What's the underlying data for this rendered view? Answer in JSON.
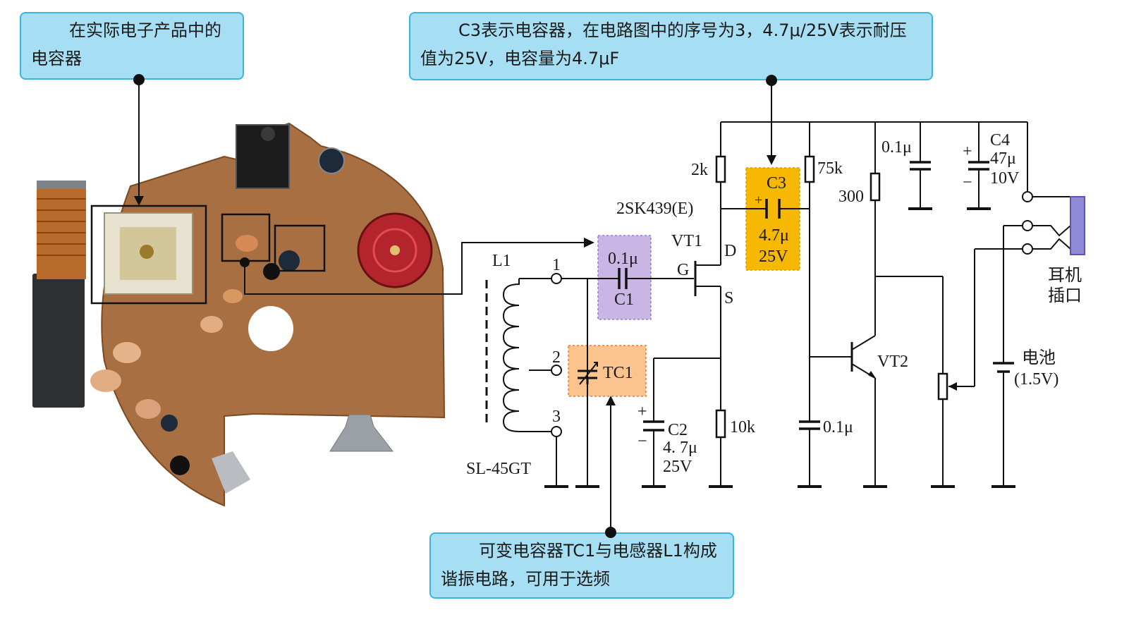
{
  "callouts": {
    "photo": "在实际电子产品中的电容器",
    "c3": "C3表示电容器，在电路图中的序号为3，4.7μ/25V表示耐压值为25V，电容量为4.7μF",
    "tc1": "可变电容器TC1与电感器L1构成谐振电路，可用于选频"
  },
  "circuit": {
    "l1": "L1",
    "sl45gt": "SL-45GT",
    "t1": "1",
    "t2": "2",
    "t3": "3",
    "c1_val": "0.1μ",
    "c1": "C1",
    "tc1": "TC1",
    "c2": "C2",
    "c2_val": "4. 7μ",
    "c2_volt": "25V",
    "vt1": "VT1",
    "g": "G",
    "d": "D",
    "s": "S",
    "fet": "2SK439(E)",
    "r2k": "2k",
    "r10k": "10k",
    "r75k": "75k",
    "r300": "300",
    "c3": "C3",
    "c3_val": "4.7μ",
    "c3_volt": "25V",
    "c_top": "0.1μ",
    "c_bot": "0.1μ",
    "c4": "C4",
    "c4_val": "47μ",
    "c4_volt": "10V",
    "vt2": "VT2",
    "earphone1": "耳机",
    "earphone2": "插口",
    "battery1": "电池",
    "battery2": "(1.5V)",
    "plus": "+",
    "minus": "−"
  },
  "colors": {
    "callout_fill": "#a6dff3",
    "callout_border": "#3fb3e0",
    "c1_highlight": "#c9b6e4",
    "c3_highlight": "#f6b800",
    "tc1_highlight": "#fbc38e",
    "earphone": "#8f8bd8",
    "pcb": "#a76f42"
  },
  "icons": {
    "photo": "pcb-photo",
    "earphone": "earphone-jack-icon",
    "battery": "battery-icon"
  }
}
